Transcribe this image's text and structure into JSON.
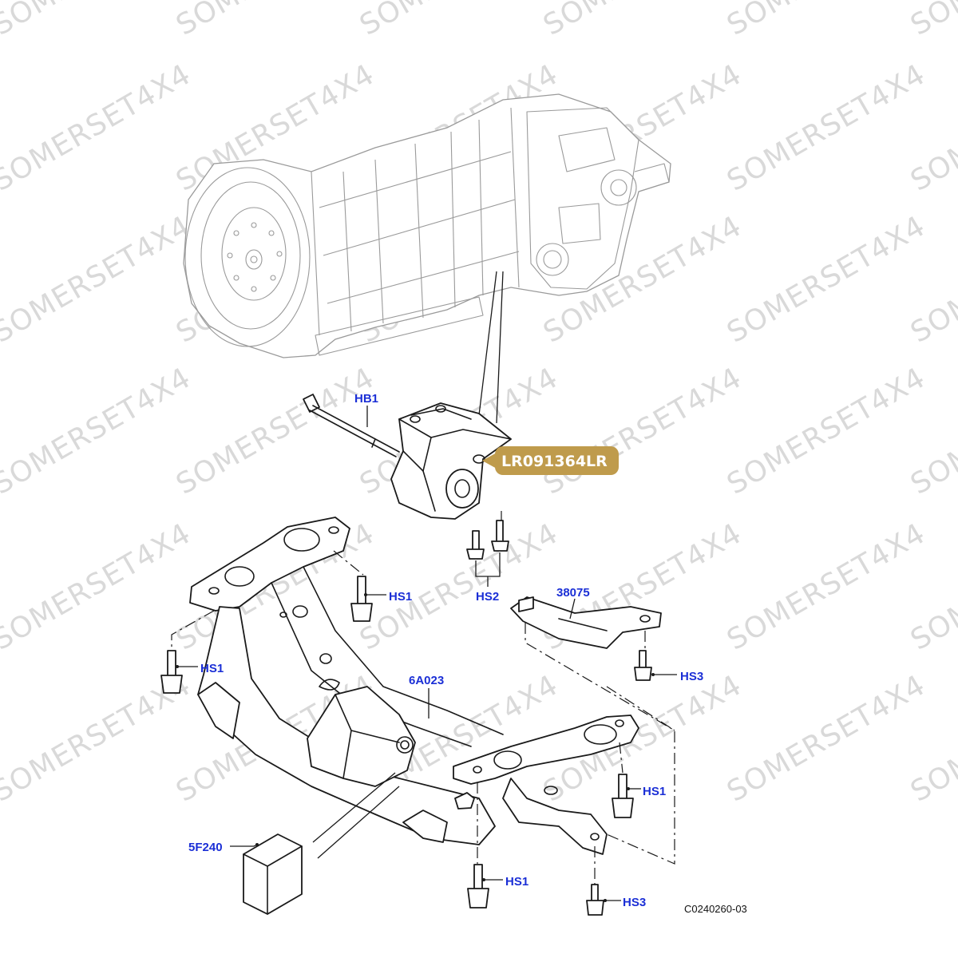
{
  "watermark": {
    "text": "SOMERSET4X4"
  },
  "highlight": {
    "part_number": "LR091364LR",
    "color": "#bf9b4c"
  },
  "callouts": {
    "hb1": "HB1",
    "hs2": "HS2",
    "hs1_a": "HS1",
    "hs1_b": "HS1",
    "hs1_c": "HS1",
    "hs1_d": "HS1",
    "hs3_a": "HS3",
    "hs3_b": "HS3",
    "p38075": "38075",
    "p6a023": "6A023",
    "p5f240": "5F240"
  },
  "callout_color": "#1b2fd6",
  "drawing_ref": "C0240260-03"
}
